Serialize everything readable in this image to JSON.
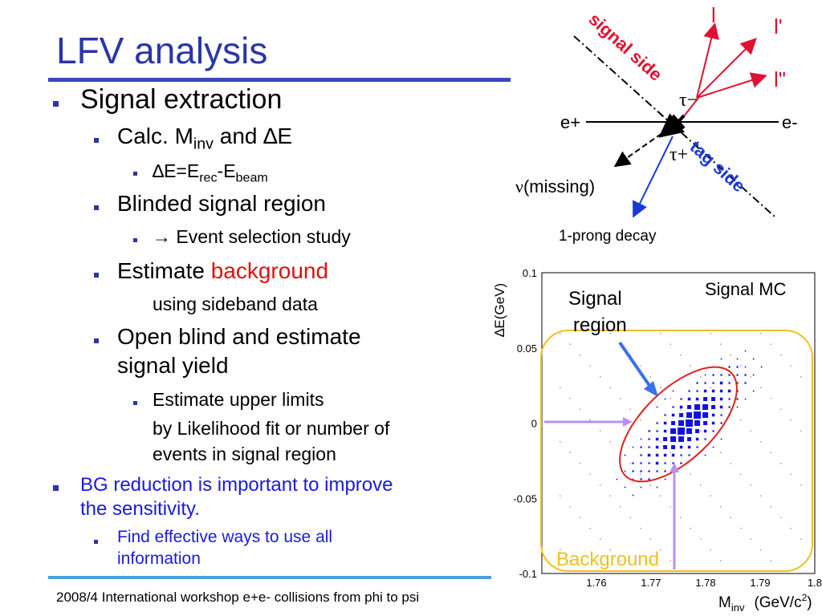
{
  "slide": {
    "title": "LFV analysis",
    "footer": "2008/4 International workshop e+e- collisions from phi to psi"
  },
  "bullets": {
    "signal_extraction": "Signal extraction",
    "calc_pre": "Calc. M",
    "calc_sub": "inv",
    "calc_post": " and ∆E",
    "de_pre": "∆E=E",
    "de_sub1": "rec",
    "de_mid": "-E",
    "de_sub2": "beam",
    "blinded": "Blinded signal region",
    "event_selection": "→ Event selection study",
    "estimate_pre": "Estimate ",
    "estimate_red": "background",
    "sideband": "using sideband data",
    "open_blind_1": "Open blind and estimate",
    "open_blind_2": "signal yield",
    "upper_limits": "Estimate upper limits",
    "likelihood_1": "by Likelihood fit or number of",
    "likelihood_2": "events in signal region",
    "bg_reduction_1": "BG reduction is important to improve",
    "bg_reduction_2": "the sensitivity.",
    "find_ways_1": "Find effective ways to use all",
    "find_ways_2": "information"
  },
  "diagram": {
    "signal_side": "signal side",
    "tag_side": "tag side",
    "l1": "l",
    "l2": "l'",
    "l3": "l\"",
    "tau_minus": "τ−",
    "tau_plus": "τ+",
    "e_plus": "e+",
    "e_minus": "e-",
    "nu": "ν",
    "missing": "(missing)",
    "one_prong": "1-prong decay",
    "colors": {
      "signal": "#e01030",
      "tag": "#1a3ad8",
      "beam": "#000000"
    }
  },
  "chart_data": {
    "type": "heatmap",
    "title": "Signal MC",
    "xlabel": "M",
    "xlabel_sub": "inv",
    "xlabel_unit": "(GeV/c",
    "xlabel_sup": "2",
    "xlabel_close": ")",
    "ylabel": "∆E(GeV)",
    "xlim": [
      1.75,
      1.8
    ],
    "ylim": [
      -0.1,
      0.1
    ],
    "x_ticks": [
      "1.76",
      "1.77",
      "1.78",
      "1.79",
      "1.8"
    ],
    "y_ticks": [
      "0.1",
      "0.05",
      "0",
      "-0.05",
      "-0.1"
    ],
    "x_tick_values": [
      1.76,
      1.77,
      1.78,
      1.79,
      1.8
    ],
    "y_tick_values": [
      0.1,
      0.05,
      0,
      -0.05,
      -0.1
    ],
    "peak": {
      "x": 1.777,
      "y": 0.0
    },
    "annotations": {
      "signal_region_1": "Signal",
      "signal_region_2": "region",
      "background": "Background"
    },
    "colors": {
      "points": "#1010e8",
      "ellipse": "#e02020",
      "background_box": "#f0c020",
      "arrows": "#b890f0",
      "pointer": "#3a70e8"
    }
  }
}
